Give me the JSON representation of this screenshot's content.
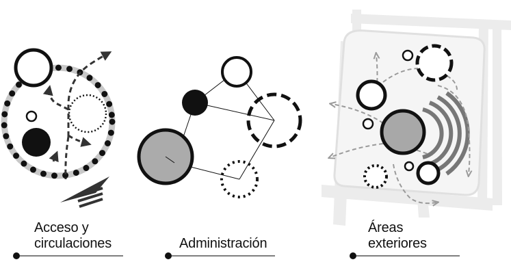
{
  "panels": [
    {
      "id": "acceso",
      "caption_lines": [
        "Acceso y",
        "circulaciones"
      ]
    },
    {
      "id": "administracion",
      "caption_lines": [
        "Administración"
      ]
    },
    {
      "id": "areas",
      "caption_lines": [
        "Áreas",
        "exteriores"
      ]
    }
  ],
  "colors": {
    "ink": "#111111",
    "mid_gray": "#8c8c8c",
    "light_gray": "#d9d9d9",
    "pale_gray": "#eeeeee",
    "arrow_gray": "#9a9a9a"
  }
}
